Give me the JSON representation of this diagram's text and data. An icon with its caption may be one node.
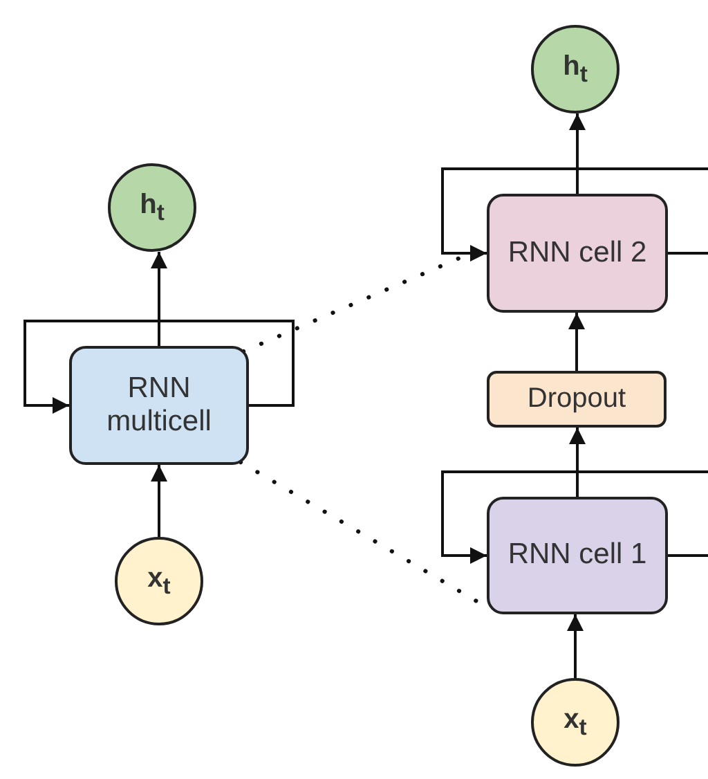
{
  "diagram": {
    "nodes": [
      {
        "text": [
          "h$_{t}$"
        ]
      },
      {
        "text": [
          "RNN multicell"
        ]
      },
      {
        "text": [
          "x$_{t}$"
        ]
      },
      {
        "text": [
          "h$_{t}$"
        ]
      },
      {
        "text": [
          "RNN cell 2"
        ]
      },
      {
        "text": [
          "Dropout"
        ]
      },
      {
        "text": [
          "RNN cell 1"
        ]
      },
      {
        "text": [
          "x$_{t}$"
        ]
      }
    ],
    "edges": [
      {
        "from": 1,
        "to": 0,
        "arrow": "to"
      },
      {
        "from": 1,
        "to": 1,
        "arrow": "to"
      },
      {
        "from": 2,
        "to": 1,
        "arrow": "to"
      },
      {
        "from": 1,
        "to": 4,
        "arrow": "none",
        "style": "dashed"
      },
      {
        "from": 1,
        "to": 6,
        "arrow": "none",
        "style": "dashed"
      },
      {
        "from": 4,
        "to": 3,
        "arrow": "to"
      },
      {
        "from": 4,
        "to": 4,
        "arrow": "to"
      },
      {
        "from": 5,
        "to": 4,
        "arrow": "to"
      },
      {
        "from": 6,
        "to": 5,
        "arrow": "to"
      },
      {
        "from": 6,
        "to": 6,
        "arrow": "to"
      },
      {
        "from": 7,
        "to": 6,
        "arrow": "to"
      }
    ]
  }
}
